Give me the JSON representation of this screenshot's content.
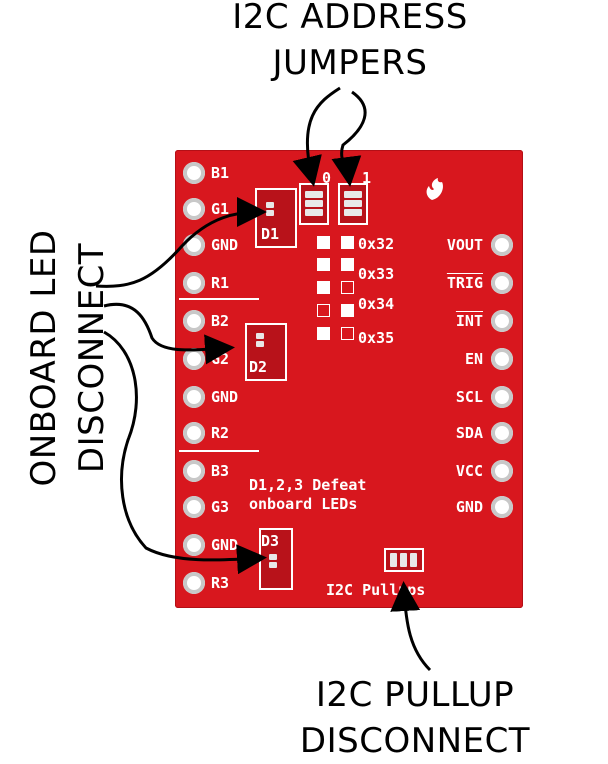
{
  "callouts": {
    "address": [
      "I2C ADDRESS",
      "JUMPERS"
    ],
    "led": [
      "ONBOARD LED",
      "DISCONNECT"
    ],
    "pullup": [
      "I2C PULLUP",
      "DISCONNECT"
    ]
  },
  "board": {
    "left_pins": [
      "B1",
      "G1",
      "GND",
      "R1",
      "B2",
      "G2",
      "GND",
      "R2",
      "B3",
      "G3",
      "GND",
      "R3"
    ],
    "right_pins": [
      "VOUT",
      "TRIG",
      "INT",
      "EN",
      "SCL",
      "SDA",
      "VCC",
      "GND"
    ],
    "addresses": [
      "0x32",
      "0x33",
      "0x34",
      "0x35"
    ],
    "jumper_labels": [
      "0",
      "1"
    ],
    "led_labels": [
      "D1",
      "D2",
      "D3"
    ],
    "defeat_text": [
      "D1,2,3 Defeat",
      "onboard LEDs"
    ],
    "pullups_label": "I2C Pullups",
    "board_color": "#d8171e"
  }
}
